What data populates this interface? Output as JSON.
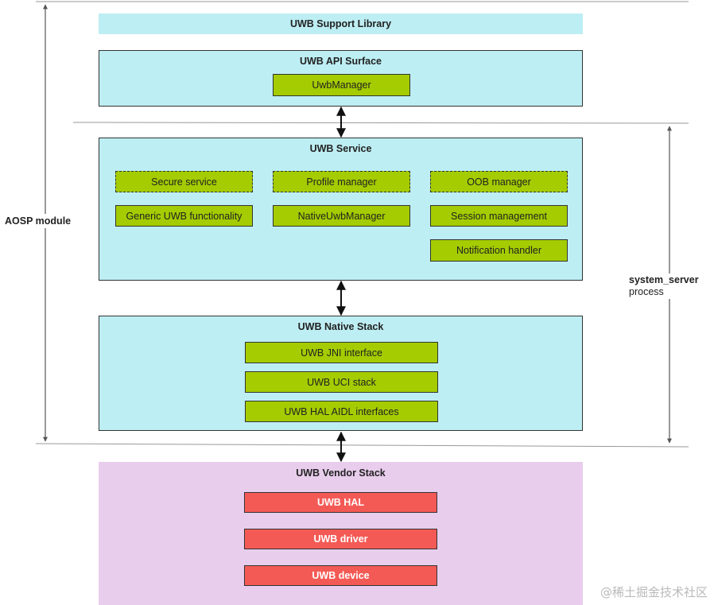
{
  "support_library": {
    "title": "UWB Support Library"
  },
  "api_surface": {
    "title": "UWB API Surface",
    "components": [
      "UwbManager"
    ]
  },
  "service": {
    "title": "UWB Service",
    "optional_components": [
      "Secure service",
      "Profile manager",
      "OOB manager"
    ],
    "components": [
      "Generic UWB functionality",
      "NativeUwbManager",
      "Session management",
      "Notification handler"
    ]
  },
  "native_stack": {
    "title": "UWB Native Stack",
    "components": [
      "UWB JNI interface",
      "UWB UCI stack",
      "UWB HAL AIDL interfaces"
    ]
  },
  "vendor_stack": {
    "title": "UWB Vendor Stack",
    "components": [
      "UWB HAL",
      "UWB driver",
      "UWB device"
    ]
  },
  "side_labels": {
    "aosp_module": "AOSP module",
    "system_server_name": "system_server",
    "system_server_suffix": "process"
  },
  "watermark": "@稀土掘金技术社区",
  "colors": {
    "layer_cyan": "#bdeef3",
    "layer_pink": "#e8cdec",
    "component_green": "#a4cc00",
    "component_red": "#f45a55"
  }
}
